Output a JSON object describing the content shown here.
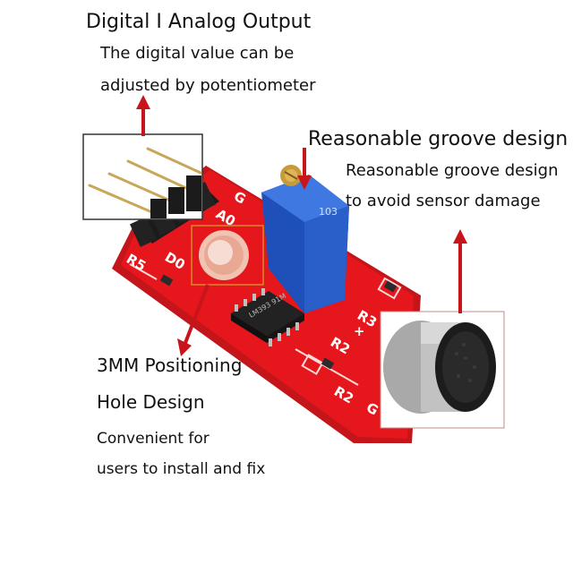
{
  "callouts": {
    "output": {
      "title": "Digital I Analog Output",
      "line1": "The digital value can be",
      "line2": "adjusted by potentiometer"
    },
    "groove": {
      "title": "Reasonable groove design",
      "line1": "Reasonable groove design",
      "line2": "to avoid sensor damage"
    },
    "hole": {
      "title1": "3MM Positioning",
      "title2": "Hole Design",
      "line1": "Convenient for",
      "line2": "users to install and fix"
    }
  },
  "board": {
    "silkscreen": {
      "pins": [
        "A0",
        "G",
        "+",
        "D0"
      ],
      "r5": "R5",
      "r2": "R2",
      "r3": "R3",
      "r2_plus": "R2",
      "g": "G",
      "plus": "+",
      "chip_text": "LM393 91M",
      "pot_text": "103"
    }
  },
  "colors": {
    "pcb": "#e5171c",
    "pcb_dark": "#b50f14",
    "arrow": "#c8141b",
    "potentiometer": "#2a5fc9",
    "box_border": "#333333",
    "orange_box": "#d88a2a"
  },
  "icons": [
    "header-pins",
    "potentiometer",
    "microphone",
    "chip",
    "arrow"
  ]
}
